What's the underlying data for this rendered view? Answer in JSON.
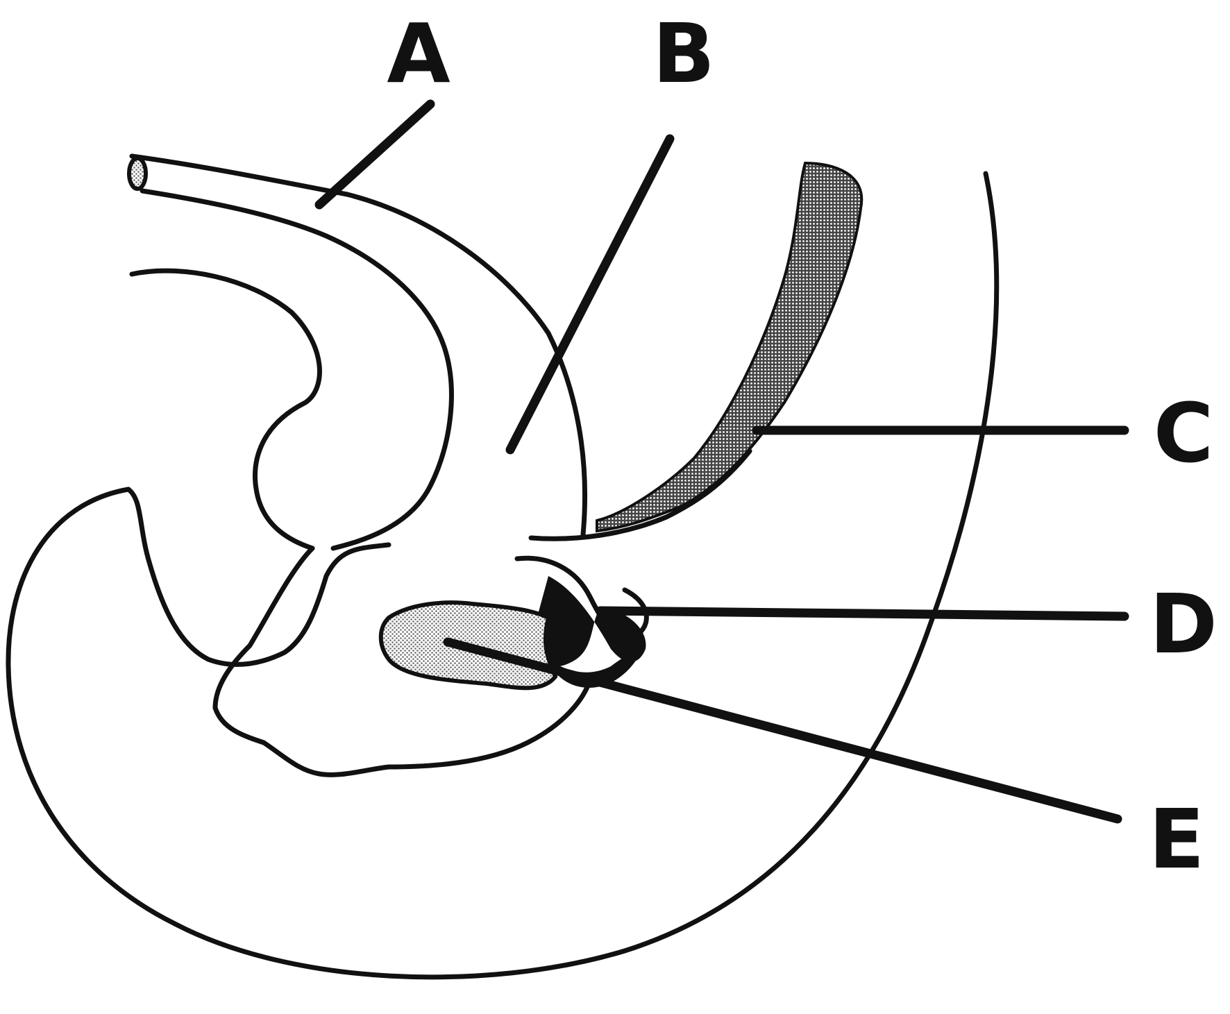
{
  "labels": {
    "a": "A",
    "b": "B",
    "c": "C",
    "d": "D",
    "e": "E"
  },
  "colors": {
    "ink": "#111111",
    "stipple": "#9a9a9a",
    "background": "#ffffff"
  }
}
